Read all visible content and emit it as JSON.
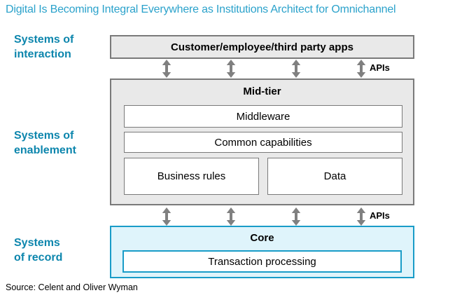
{
  "title": "Digital Is Becoming Integral Everywhere as Institutions Architect for Omnichannel",
  "side_labels": {
    "interaction": {
      "line1": "Systems of",
      "line2": "interaction"
    },
    "enablement": {
      "line1": "Systems of",
      "line2": "enablement"
    },
    "record": {
      "line1": "Systems",
      "line2": "of record"
    }
  },
  "diagram": {
    "apps_box_label": "Customer/employee/third party apps",
    "api_label_top": "APIs",
    "mid_tier": {
      "title": "Mid-tier",
      "middleware": "Middleware",
      "common_capabilities": "Common capabilities",
      "business_rules": "Business rules",
      "data": "Data"
    },
    "api_label_bottom": "APIs",
    "core": {
      "title": "Core",
      "transaction_processing": "Transaction processing"
    },
    "icons": {
      "double_arrow": "bidirectional vertical arrow ↕"
    }
  },
  "source": "Source: Celent and Oliver Wyman",
  "colors": {
    "title_blue": "#2BA2CB",
    "label_teal": "#0D86AD",
    "box_fill": "#E9E9E9",
    "box_border": "#7A7A7A",
    "core_fill": "#DFF4FB",
    "core_border": "#199CC8",
    "arrow_gray": "#808080",
    "text_black": "#000000"
  }
}
